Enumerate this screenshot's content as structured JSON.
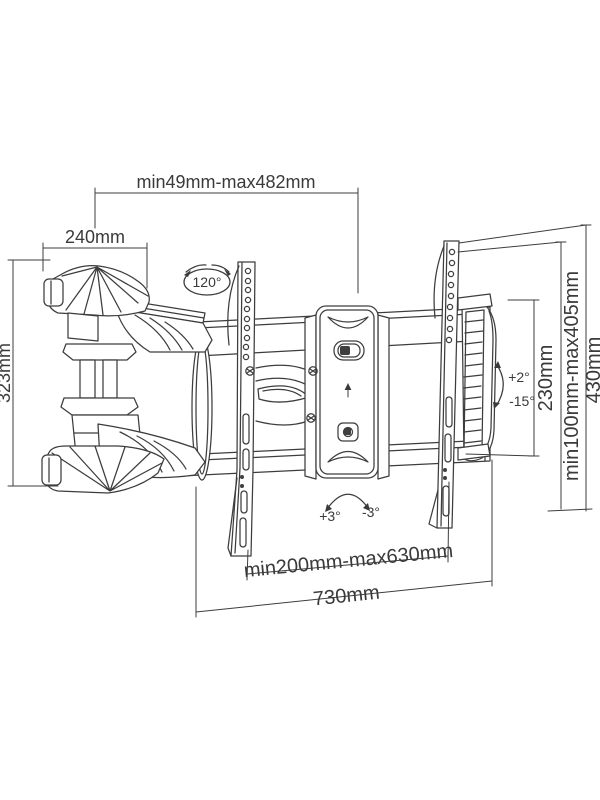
{
  "diagram": {
    "background_color": "#ffffff",
    "line_color": "#3d3d3d",
    "text_color": "#3a3a3a",
    "dimensions": {
      "top_extension": "min49mm-max482mm",
      "wall_bracket_width": "240mm",
      "arm_height": "323mm",
      "tilt_bracket_height": "230mm",
      "mount_height_range": "min100mm-max405mm",
      "rail_height": "430mm",
      "rail_width_range": "min200mm-max630mm",
      "total_width": "730mm"
    },
    "angles": {
      "swivel_range": "120°",
      "tilt_up": "+2°",
      "tilt_down": "-15°",
      "level_plus": "+3°",
      "level_minus": "-3°"
    }
  }
}
